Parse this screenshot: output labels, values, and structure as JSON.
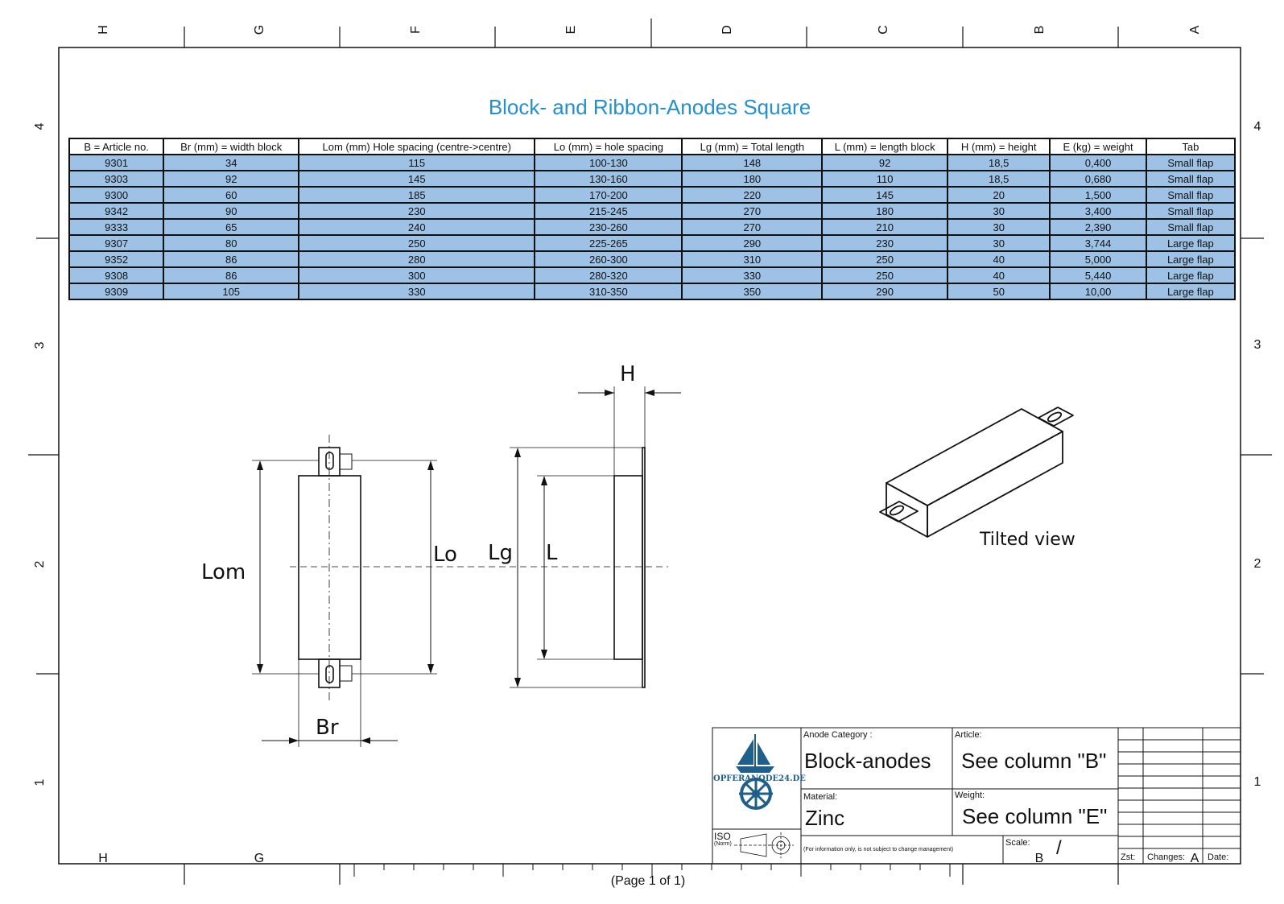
{
  "zones": {
    "columns": [
      "H",
      "G",
      "F",
      "E",
      "D",
      "C",
      "B",
      "A"
    ],
    "rows": [
      "4",
      "3",
      "2",
      "1"
    ]
  },
  "title": "Block- and Ribbon-Anodes Square",
  "table": {
    "headers": [
      "B = Article no.",
      "Br (mm) = width block",
      "Lom (mm) Hole spacing (centre->centre)",
      "Lo (mm) = hole spacing",
      "Lg (mm) = Total length",
      "L (mm) = length block",
      "H (mm) = height",
      "E (kg) = weight",
      "Tab"
    ],
    "rows": [
      [
        "9301",
        "34",
        "115",
        "100-130",
        "148",
        "92",
        "18,5",
        "0,400",
        "Small flap"
      ],
      [
        "9303",
        "92",
        "145",
        "130-160",
        "180",
        "110",
        "18,5",
        "0,680",
        "Small flap"
      ],
      [
        "9300",
        "60",
        "185",
        "170-200",
        "220",
        "145",
        "20",
        "1,500",
        "Small flap"
      ],
      [
        "9342",
        "90",
        "230",
        "215-245",
        "270",
        "180",
        "30",
        "3,400",
        "Small flap"
      ],
      [
        "9333",
        "65",
        "240",
        "230-260",
        "270",
        "210",
        "30",
        "2,390",
        "Small flap"
      ],
      [
        "9307",
        "80",
        "250",
        "225-265",
        "290",
        "230",
        "30",
        "3,744",
        "Large flap"
      ],
      [
        "9352",
        "86",
        "280",
        "260-300",
        "310",
        "250",
        "40",
        "5,000",
        "Large flap"
      ],
      [
        "9308",
        "86",
        "300",
        "280-320",
        "330",
        "250",
        "40",
        "5,440",
        "Large flap"
      ],
      [
        "9309",
        "105",
        "330",
        "310-350",
        "350",
        "290",
        "50",
        "10,00",
        "Large flap"
      ]
    ]
  },
  "drawing": {
    "labels": {
      "lom": "Lom",
      "lo": "Lo",
      "lg": "Lg",
      "l": "L",
      "h": "H",
      "br": "Br",
      "tilted": "Tilted view"
    }
  },
  "title_block": {
    "logo_text": "OPFERANODE24.DE",
    "category_label": "Anode Category :",
    "category_value": "Block-anodes",
    "article_label": "Article:",
    "article_value": "See column \"B\"",
    "material_label": "Material:",
    "material_value": "Zinc",
    "weight_label": "Weight:",
    "weight_value": "See column \"E\"",
    "iso_label": "ISO",
    "iso_norm": "(Norm)",
    "info_note": "(For information only, is not subject to change management)",
    "scale_label": "Scale:",
    "scale_value": "/",
    "zst_label": "Zst:",
    "changes_label": "Changes:",
    "date_label": "Date:"
  },
  "page_label": "(Page 1 of 1)",
  "colors": {
    "title": "#2490cc",
    "table_fill": "#9ec2e6",
    "logo": "#1f5f8b"
  }
}
